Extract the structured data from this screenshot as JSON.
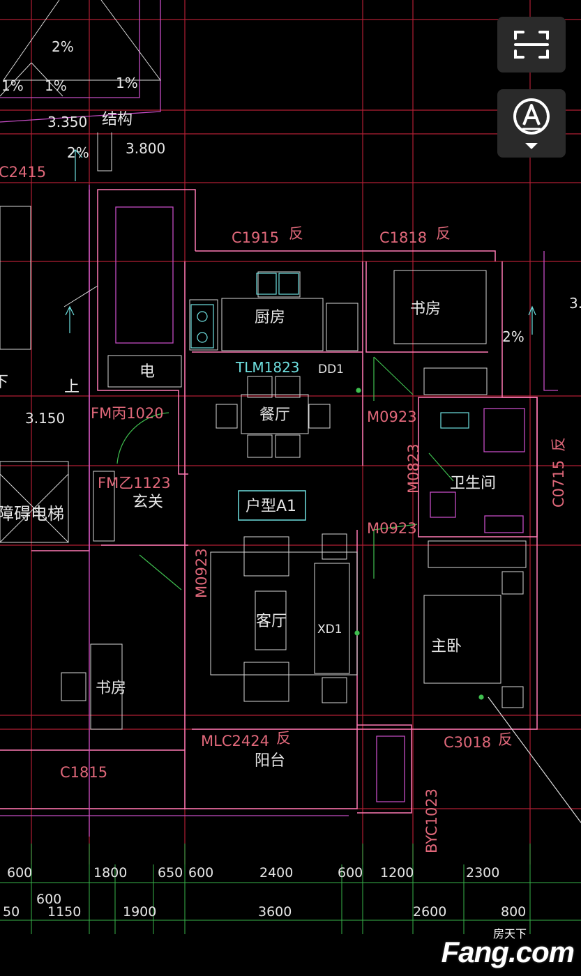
{
  "drawing": {
    "rooms": {
      "kitchen": "厨房",
      "study_top": "书房",
      "dining": "餐厅",
      "bathroom": "卫生间",
      "foyer": "玄关",
      "living": "客厅",
      "master": "主卧",
      "study_bottom": "书房",
      "balcony": "阳台",
      "elevator": "障碍电梯",
      "electric": "电",
      "up": "上",
      "down": "下",
      "structure": "结构"
    },
    "unit_label": "户型A1",
    "tags": {
      "c1915": "C1915",
      "fan": "反",
      "c1818": "C1818",
      "c2415": "C2415",
      "tlm1823": "TLM1823",
      "dd1": "DD1",
      "m0923": "M0923",
      "m0823": "M0823",
      "c0715": "C0715",
      "fm_bing": "FM丙1020",
      "fm_yi": "FM乙1123",
      "xd1": "XD1",
      "mlc2424": "MLC2424",
      "c3018": "C3018",
      "c1815": "C1815",
      "byc1023": "BYC1023"
    },
    "elevations": {
      "e1": "3.350",
      "e2": "3.800",
      "e3": "3.150",
      "e4": "3."
    },
    "slopes": {
      "s2": "2%",
      "s1": "1%"
    },
    "dims_row1": [
      "600",
      "1800",
      "650",
      "600",
      "2400",
      "600",
      "1200",
      "2300"
    ],
    "dims_row2": [
      "50",
      "1150",
      "1900",
      "3600",
      "2600",
      "800"
    ],
    "dim_extra": "600"
  },
  "toolbar": {
    "scan_icon": "scan-frame-icon",
    "annotate_icon": "circle-a-icon",
    "dropdown_icon": "triangle-down-icon"
  },
  "watermark": {
    "cn": "房天下",
    "en": "Fang.com"
  },
  "colors": {
    "background": "#000000",
    "grid_red": "#c0233a",
    "wall_pink": "#ff7ab5",
    "magenta": "#d44bd4",
    "green": "#33cc44",
    "white": "#e6e6e6",
    "text_red": "#e0687a",
    "cyan": "#6fe0e0"
  }
}
